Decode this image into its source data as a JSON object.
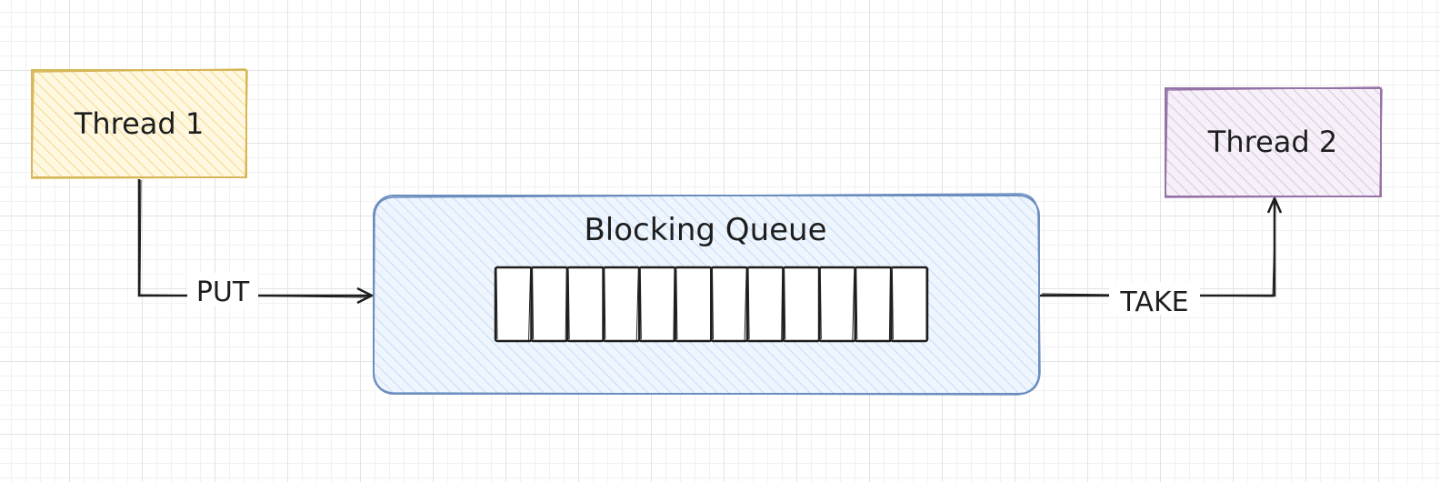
{
  "nodes": {
    "thread1": {
      "label": "Thread 1",
      "stroke": "#d6b656",
      "fill": "#fff2cc"
    },
    "thread2": {
      "label": "Thread 2",
      "stroke": "#9673a6",
      "fill": "#e1d5e7"
    },
    "queue": {
      "label": "Blocking Queue",
      "stroke": "#6c8ebf",
      "fill": "#dae8fc",
      "slots": 12
    }
  },
  "edges": {
    "put": {
      "label": "PUT",
      "from": "Thread 1",
      "to": "Blocking Queue"
    },
    "take": {
      "label": "TAKE",
      "from": "Blocking Queue",
      "to": "Thread 2"
    }
  },
  "colors": {
    "ink": "#1e1e1e",
    "grid": "#e3e3e3"
  }
}
